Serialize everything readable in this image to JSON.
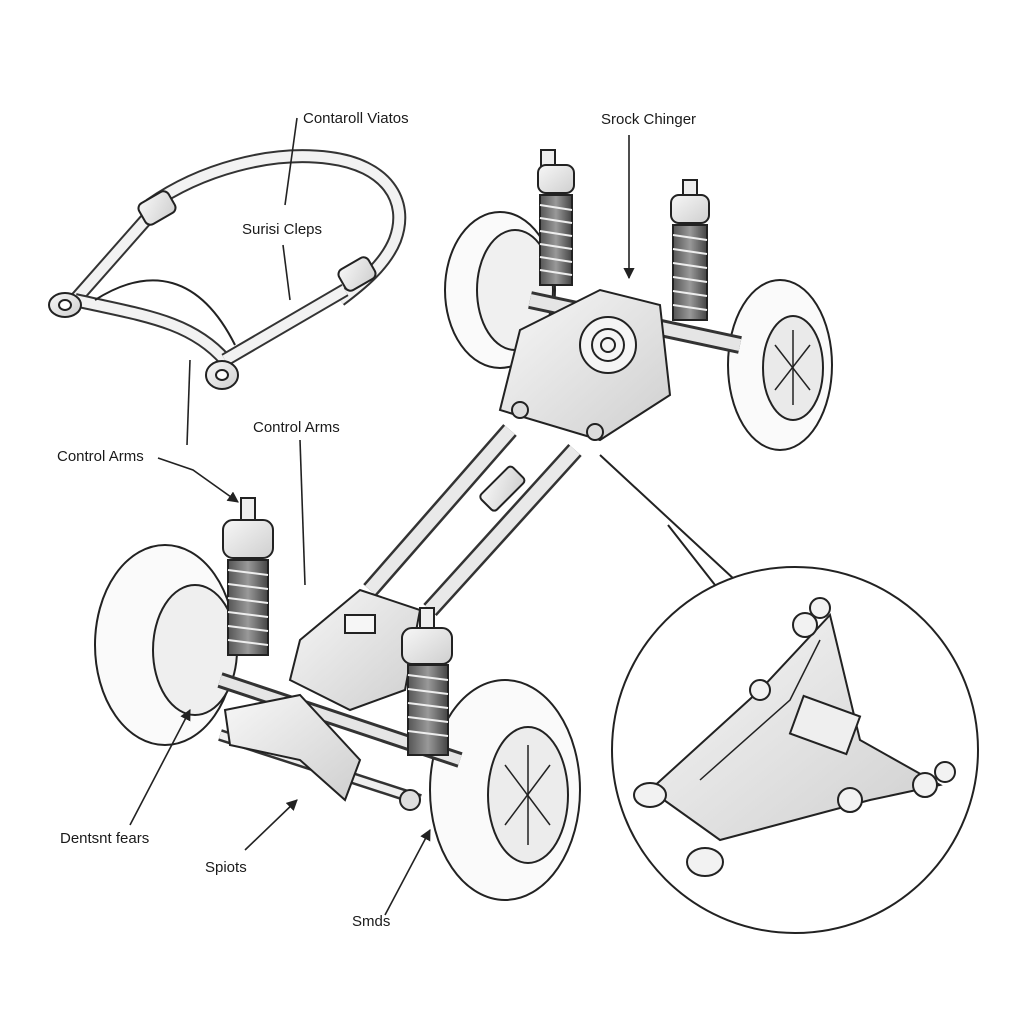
{
  "labels": {
    "control_vials": "Contaroll Viatos",
    "surisi_cleps": "Surisi Cleps",
    "srock_chinger": "Srock Chinger",
    "control_arms_left": "Control Arms",
    "control_arms_center": "Control Arms",
    "dentsnt_fears": "Dentsnt fears",
    "spiots": "Spiots",
    "smds": "Smds"
  }
}
